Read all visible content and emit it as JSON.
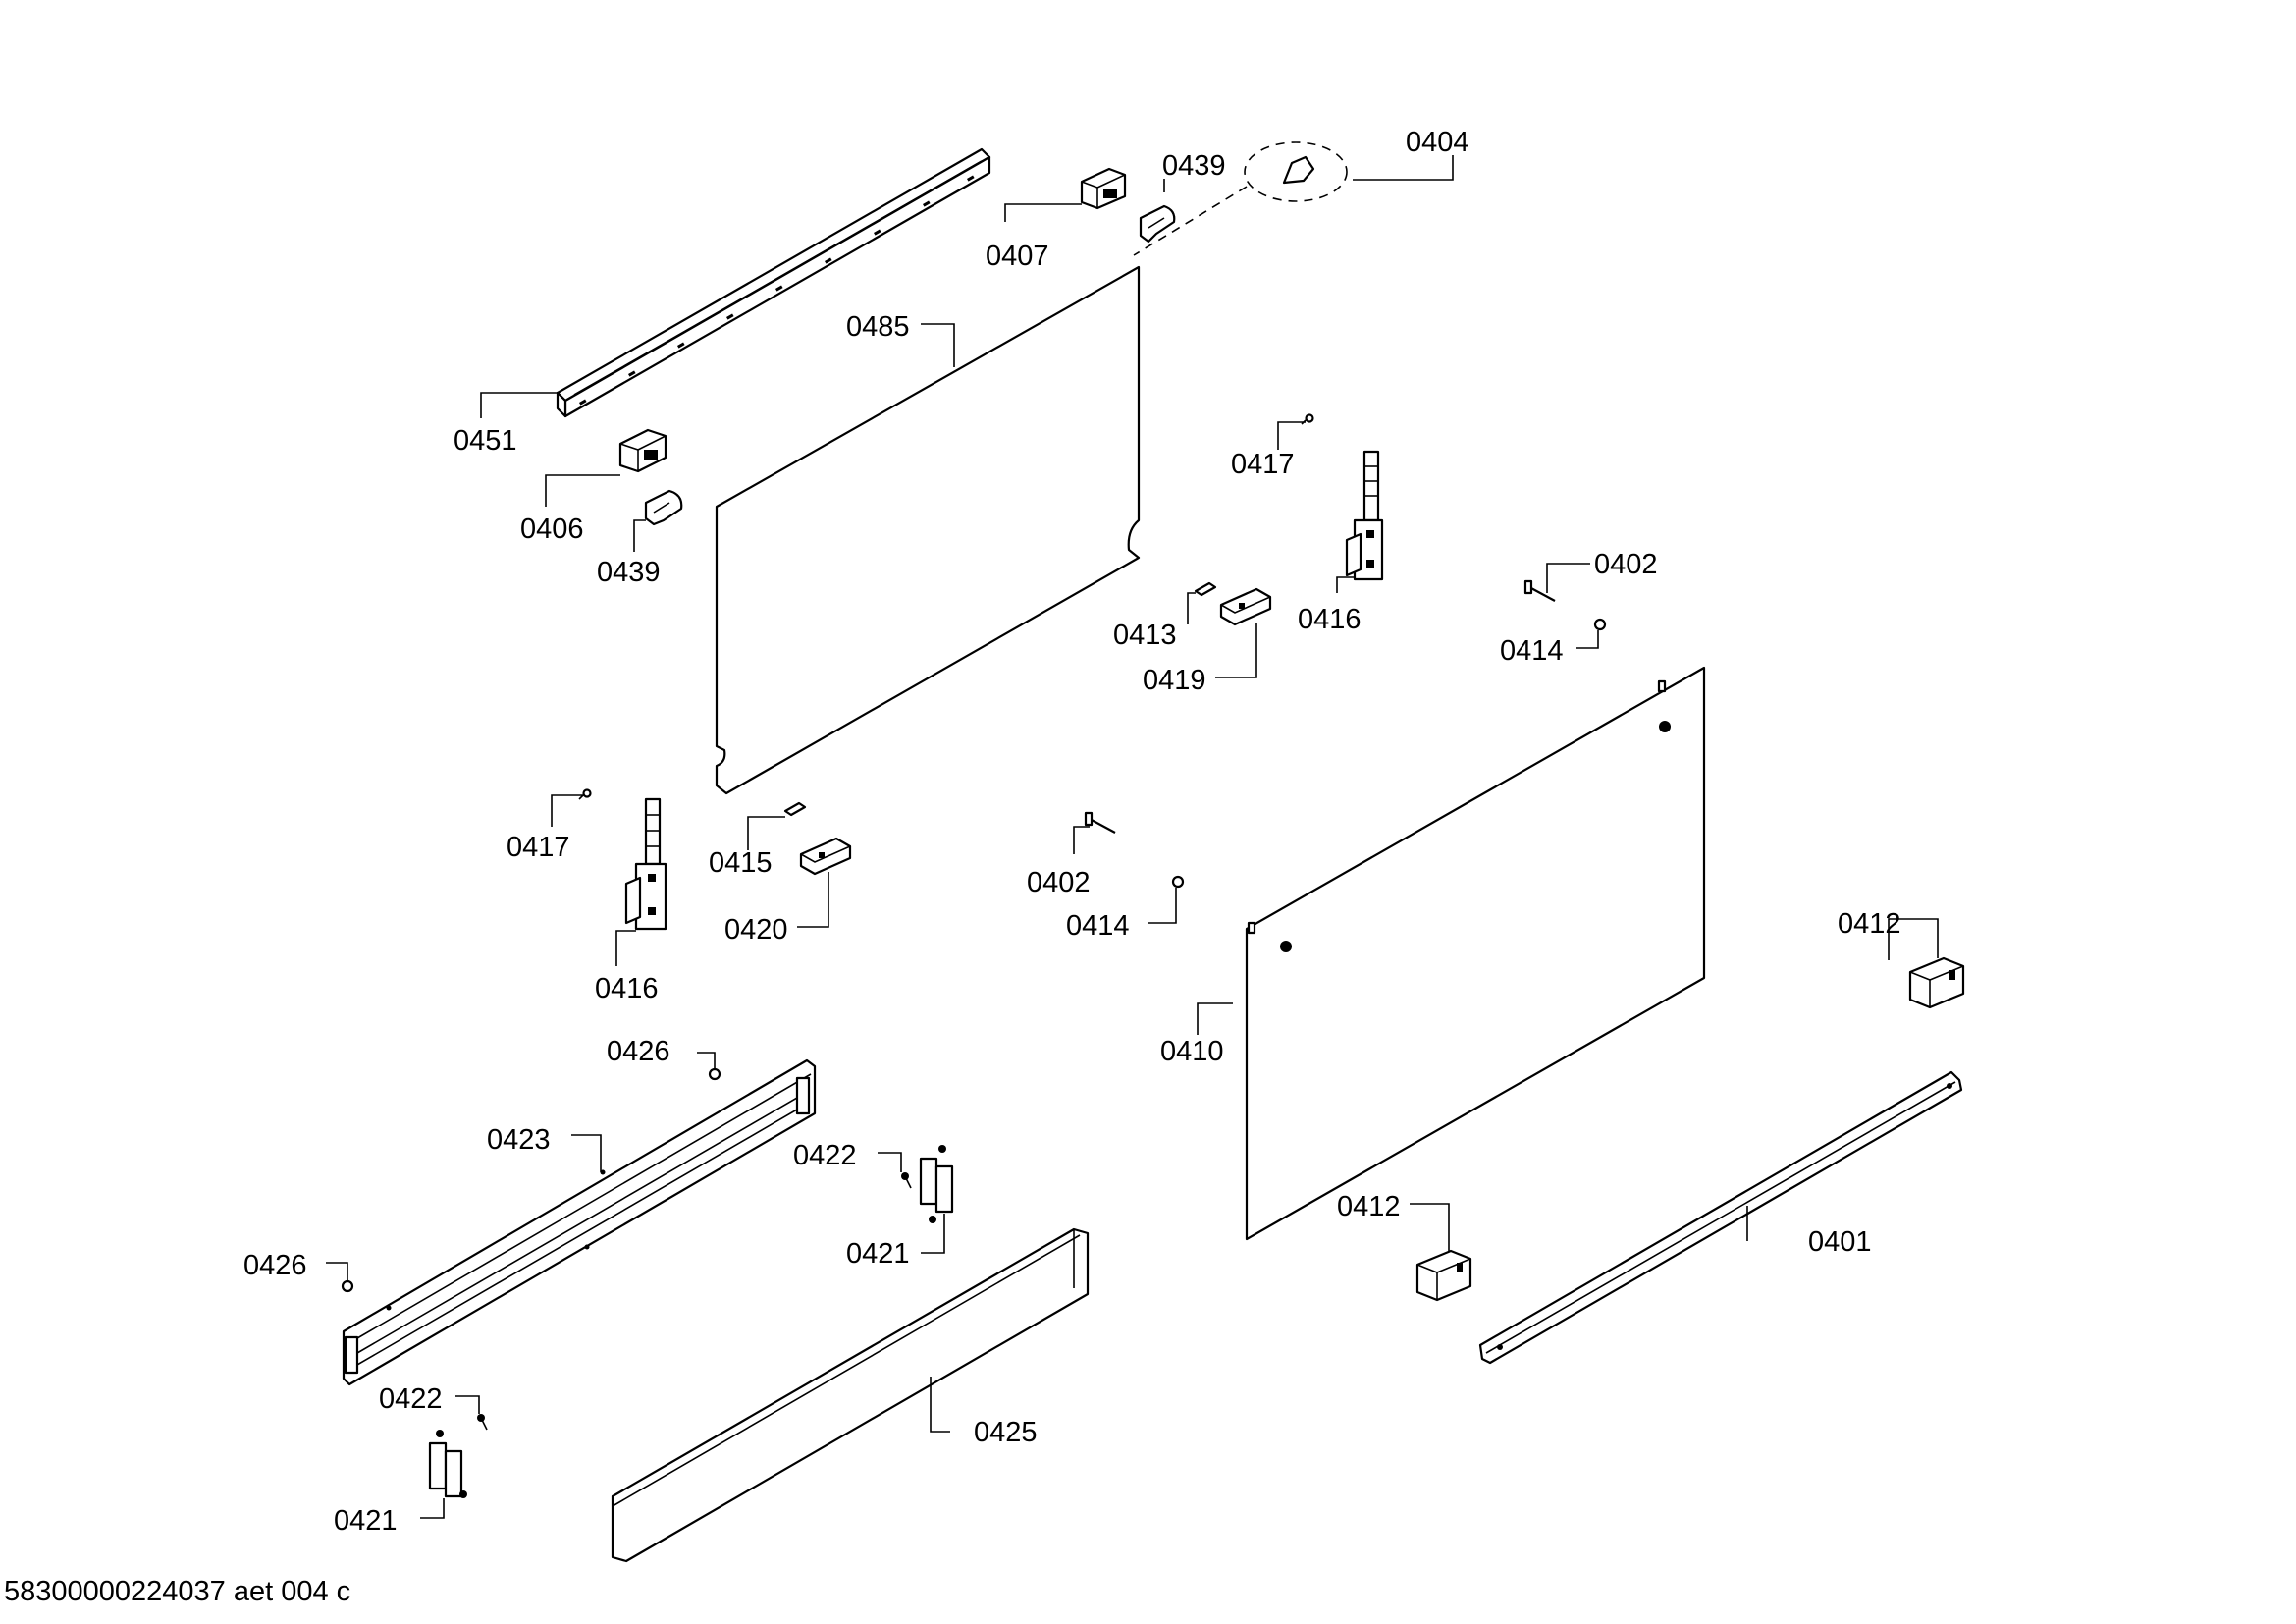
{
  "document_id": "58300000224037 aet 004 c",
  "labels": {
    "p0401": "0401",
    "p0402a": "0402",
    "p0402b": "0402",
    "p0404": "0404",
    "p0406": "0406",
    "p0407": "0407",
    "p0410": "0410",
    "p0412a": "0412",
    "p0412b": "0412",
    "p0413": "0413",
    "p0414a": "0414",
    "p0414b": "0414",
    "p0415": "0415",
    "p0416a": "0416",
    "p0416b": "0416",
    "p0417a": "0417",
    "p0417b": "0417",
    "p0419": "0419",
    "p0420": "0420",
    "p0421a": "0421",
    "p0421b": "0421",
    "p0422a": "0422",
    "p0422b": "0422",
    "p0423": "0423",
    "p0425": "0425",
    "p0426a": "0426",
    "p0426b": "0426",
    "p0439a": "0439",
    "p0439b": "0439",
    "p0451": "0451",
    "p0485": "0485"
  }
}
